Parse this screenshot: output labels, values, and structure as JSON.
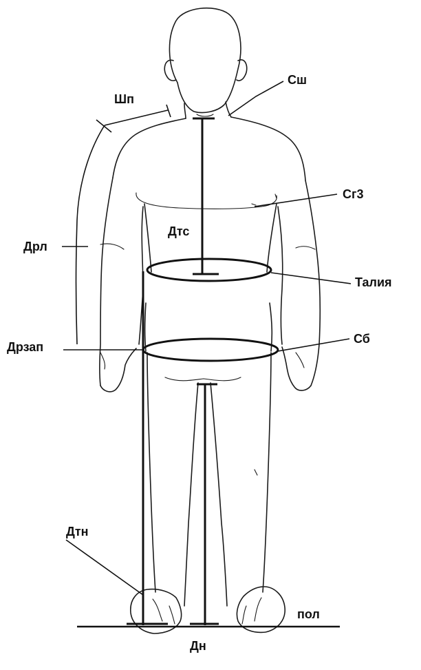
{
  "labels": {
    "sh": "Сш",
    "shp": "Шп",
    "sg3": "Сг3",
    "dts": "Дтс",
    "drl": "Дрл",
    "taliya": "Талия",
    "drzap": "Дрзап",
    "sb": "Сб",
    "dtn": "Дтн",
    "pol": "пол",
    "dn": "Дн"
  },
  "colors": {
    "line": "#111111",
    "background": "#ffffff"
  }
}
